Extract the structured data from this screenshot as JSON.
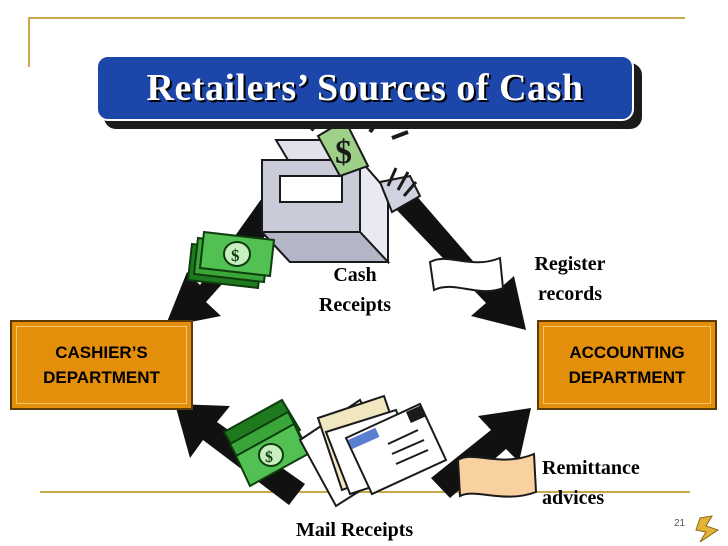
{
  "slide": {
    "title": "Retailers’ Sources of Cash",
    "page_number": "21"
  },
  "departments": {
    "cashier": {
      "line1": "CASHIER’S",
      "line2": "DEPARTMENT"
    },
    "accounting": {
      "line1": "ACCOUNTING",
      "line2": "DEPARTMENT"
    }
  },
  "labels": {
    "cash_receipts_1": "Cash",
    "cash_receipts_2": "Receipts",
    "register_records_1": "Register",
    "register_records_2": "records",
    "remittance_advices_1": "Remittance",
    "remittance_advices_2": "advices",
    "mail_receipts": "Mail Receipts"
  },
  "colors": {
    "title_fill": "#1c46a9",
    "department_fill": "#e48f0c",
    "frame_line": "#c8a84a",
    "money_green": "#2e9b2e",
    "remittance_doc": "#f9d0a0"
  },
  "icons": [
    "cash-register-icon",
    "money-stack-icon",
    "mail-envelopes-icon",
    "register-record-document-icon",
    "remittance-document-icon",
    "lightning-logo-icon"
  ]
}
